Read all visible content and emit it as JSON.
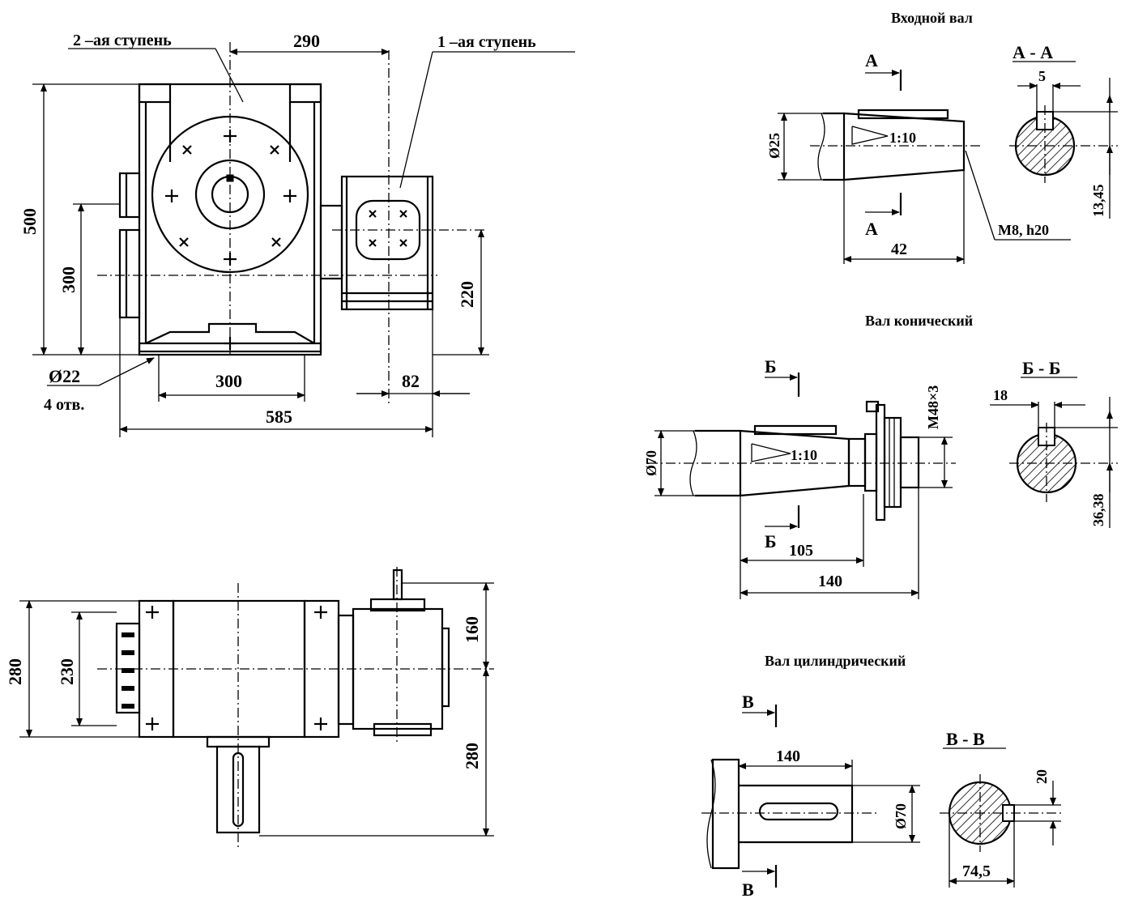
{
  "main_view": {
    "stage2_label": "2 –ая ступень",
    "stage1_label": "1 –ая ступень",
    "dim_290": "290",
    "dim_500": "500",
    "dim_300_v": "300",
    "dim_220": "220",
    "dim_d22": "Ø22",
    "holes_label": "4 отв.",
    "dim_300_h": "300",
    "dim_82": "82",
    "dim_585": "585"
  },
  "side_view": {
    "dim_280_left": "280",
    "dim_230": "230",
    "dim_160": "160",
    "dim_280_right": "280"
  },
  "input_shaft": {
    "title": "Входной вал",
    "section_mark_top": "А",
    "section_mark_bottom": "А",
    "section_title": "А - А",
    "dim_d25": "Ø25",
    "taper": "1:10",
    "dim_42": "42",
    "thread": "M8, h20",
    "dim_5": "5",
    "dim_13_45": "13,45"
  },
  "conical_shaft": {
    "title": "Вал конический",
    "section_mark_top": "Б",
    "section_mark_bottom": "Б",
    "section_title": "Б - Б",
    "dim_d70": "Ø70",
    "taper": "1:10",
    "thread": "M48×3",
    "dim_105": "105",
    "dim_140": "140",
    "dim_18": "18",
    "dim_36_38": "36,38"
  },
  "cylindrical_shaft": {
    "title": "Вал цилиндрический",
    "section_mark_top": "В",
    "section_mark_bottom": "В",
    "section_title": "В - В",
    "dim_140": "140",
    "dim_d70": "Ø70",
    "dim_20": "20",
    "dim_74_5": "74,5"
  }
}
